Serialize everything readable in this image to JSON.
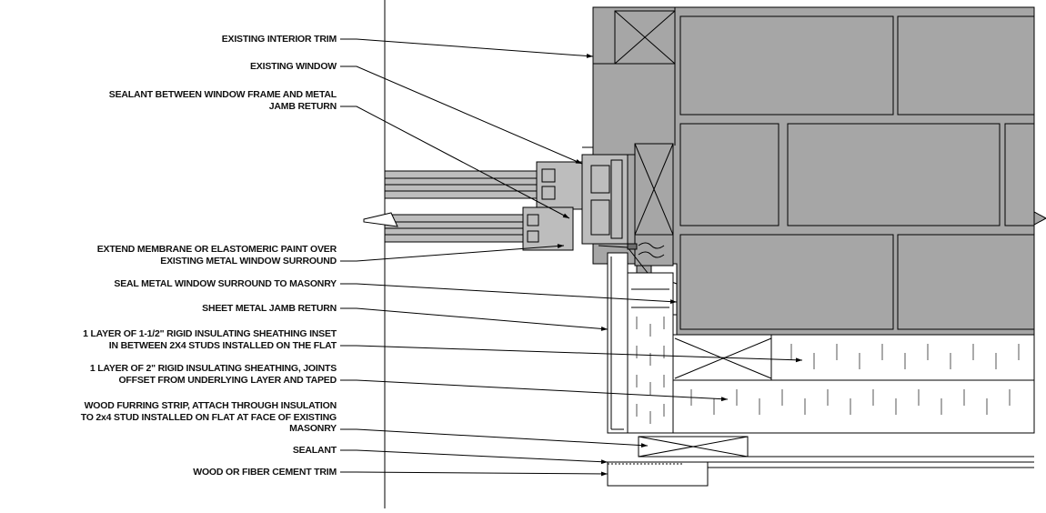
{
  "diagram": {
    "callouts": [
      {
        "id": "existing-interior-trim",
        "text": "EXISTING INTERIOR TRIM"
      },
      {
        "id": "existing-window",
        "text": "EXISTING WINDOW"
      },
      {
        "id": "sealant-window-frame",
        "text": "SEALANT BETWEEN WINDOW FRAME AND METAL\nJAMB RETURN"
      },
      {
        "id": "extend-membrane",
        "text": "EXTEND MEMBRANE OR ELASTOMERIC PAINT OVER\nEXISTING METAL WINDOW SURROUND"
      },
      {
        "id": "seal-surround-masonry",
        "text": "SEAL METAL WINDOW SURROUND TO MASONRY"
      },
      {
        "id": "sheet-metal-jamb-return",
        "text": "SHEET METAL JAMB RETURN"
      },
      {
        "id": "rigid-insulation-1-5",
        "text": "1 LAYER OF 1-1/2\" RIGID INSULATING SHEATHING INSET\nIN BETWEEN 2X4 STUDS INSTALLED ON THE FLAT"
      },
      {
        "id": "rigid-insulation-2",
        "text": "1 LAYER OF 2\" RIGID INSULATING SHEATHING, JOINTS\nOFFSET FROM UNDERLYING LAYER AND TAPED"
      },
      {
        "id": "wood-furring-strip",
        "text": "WOOD FURRING STRIP, ATTACH THROUGH INSULATION\nTO 2x4 STUD INSTALLED ON FLAT AT FACE OF EXISTING\nMASONRY"
      },
      {
        "id": "sealant",
        "text": "SEALANT"
      },
      {
        "id": "wood-fiber-cement-trim",
        "text": "WOOD OR FIBER CEMENT TRIM"
      }
    ]
  }
}
